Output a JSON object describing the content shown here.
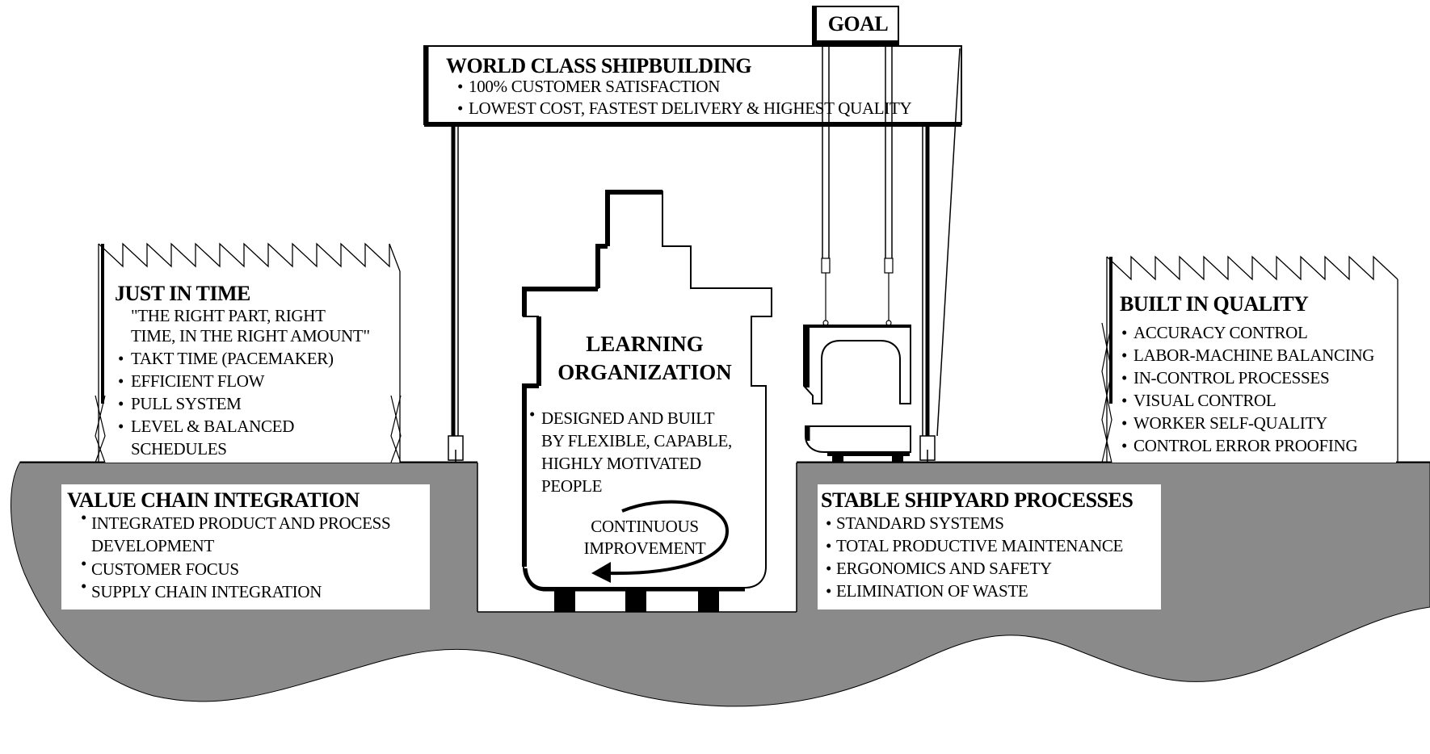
{
  "goal": {
    "label": "GOAL"
  },
  "world_class": {
    "title": "WORLD CLASS SHIPBUILDING",
    "items": [
      "100% CUSTOMER SATISFACTION",
      "LOWEST COST, FASTEST DELIVERY & HIGHEST QUALITY"
    ]
  },
  "just_in_time": {
    "title": "JUST IN TIME",
    "quote": [
      "\"THE RIGHT PART, RIGHT",
      "TIME, IN THE RIGHT AMOUNT\""
    ],
    "items": [
      "TAKT TIME (PACEMAKER)",
      "EFFICIENT FLOW",
      "PULL SYSTEM",
      "LEVEL & BALANCED",
      "SCHEDULES"
    ]
  },
  "learning": {
    "title": [
      "LEARNING",
      "ORGANIZATION"
    ],
    "items": [
      "DESIGNED AND BUILT",
      "BY FLEXIBLE, CAPABLE,",
      "HIGHLY MOTIVATED",
      "PEOPLE"
    ],
    "cycle": [
      "CONTINUOUS",
      "IMPROVEMENT"
    ]
  },
  "built_in_quality": {
    "title": "BUILT IN QUALITY",
    "items": [
      "ACCURACY CONTROL",
      "LABOR-MACHINE BALANCING",
      "IN-CONTROL PROCESSES",
      "VISUAL CONTROL",
      "WORKER SELF-QUALITY",
      "CONTROL ERROR PROOFING"
    ]
  },
  "value_chain": {
    "title": "VALUE CHAIN INTEGRATION",
    "items": [
      "INTEGRATED PRODUCT AND PROCESS",
      "DEVELOPMENT",
      "CUSTOMER FOCUS",
      "SUPPLY CHAIN INTEGRATION"
    ]
  },
  "stable": {
    "title": "STABLE SHIPYARD PROCESSES",
    "items": [
      "STANDARD SYSTEMS",
      "TOTAL PRODUCTIVE MAINTENANCE",
      "ERGONOMICS AND SAFETY",
      "ELIMINATION OF WASTE"
    ]
  },
  "colors": {
    "ground": "#8a8a8a",
    "line": "#000000",
    "panel": "#ffffff"
  }
}
